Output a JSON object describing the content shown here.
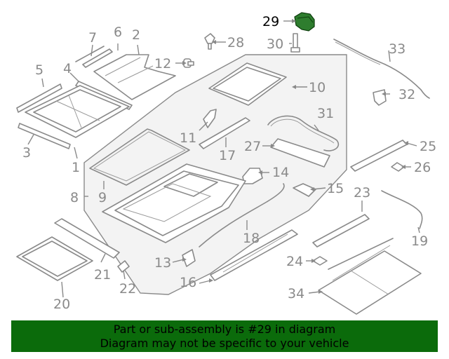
{
  "diagram": {
    "highlight_color": "#1f6e1f",
    "callouts": [
      "1",
      "2",
      "3",
      "4",
      "5",
      "6",
      "7",
      "8",
      "9",
      "10",
      "11",
      "12",
      "13",
      "14",
      "15",
      "16",
      "17",
      "18",
      "19",
      "20",
      "21",
      "22",
      "23",
      "24",
      "25",
      "26",
      "27",
      "28",
      "29",
      "30",
      "31",
      "32",
      "33",
      "34"
    ],
    "highlighted_part": "29"
  },
  "banner": {
    "line1": "Part or sub-assembly is #29 in diagram",
    "line2": "Diagram may not be specific to your vehicle",
    "background": "#0b6b0b"
  }
}
